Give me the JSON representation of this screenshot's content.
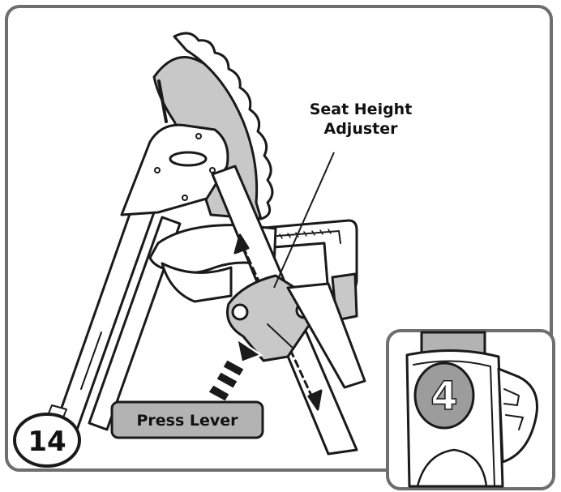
{
  "step": {
    "number": "14"
  },
  "callout": {
    "line1": "Seat Height",
    "line2": "Adjuster"
  },
  "action": {
    "label": "Press Lever"
  },
  "inset": {
    "position_number": "4"
  },
  "colors": {
    "outline": "#1a1a1a",
    "seat_fill": "#c8c8c8",
    "button_fill": "#b3b3b3",
    "badge_fill": "#9c9c9c",
    "panel_border": "#6e6e6e",
    "white": "#ffffff"
  }
}
